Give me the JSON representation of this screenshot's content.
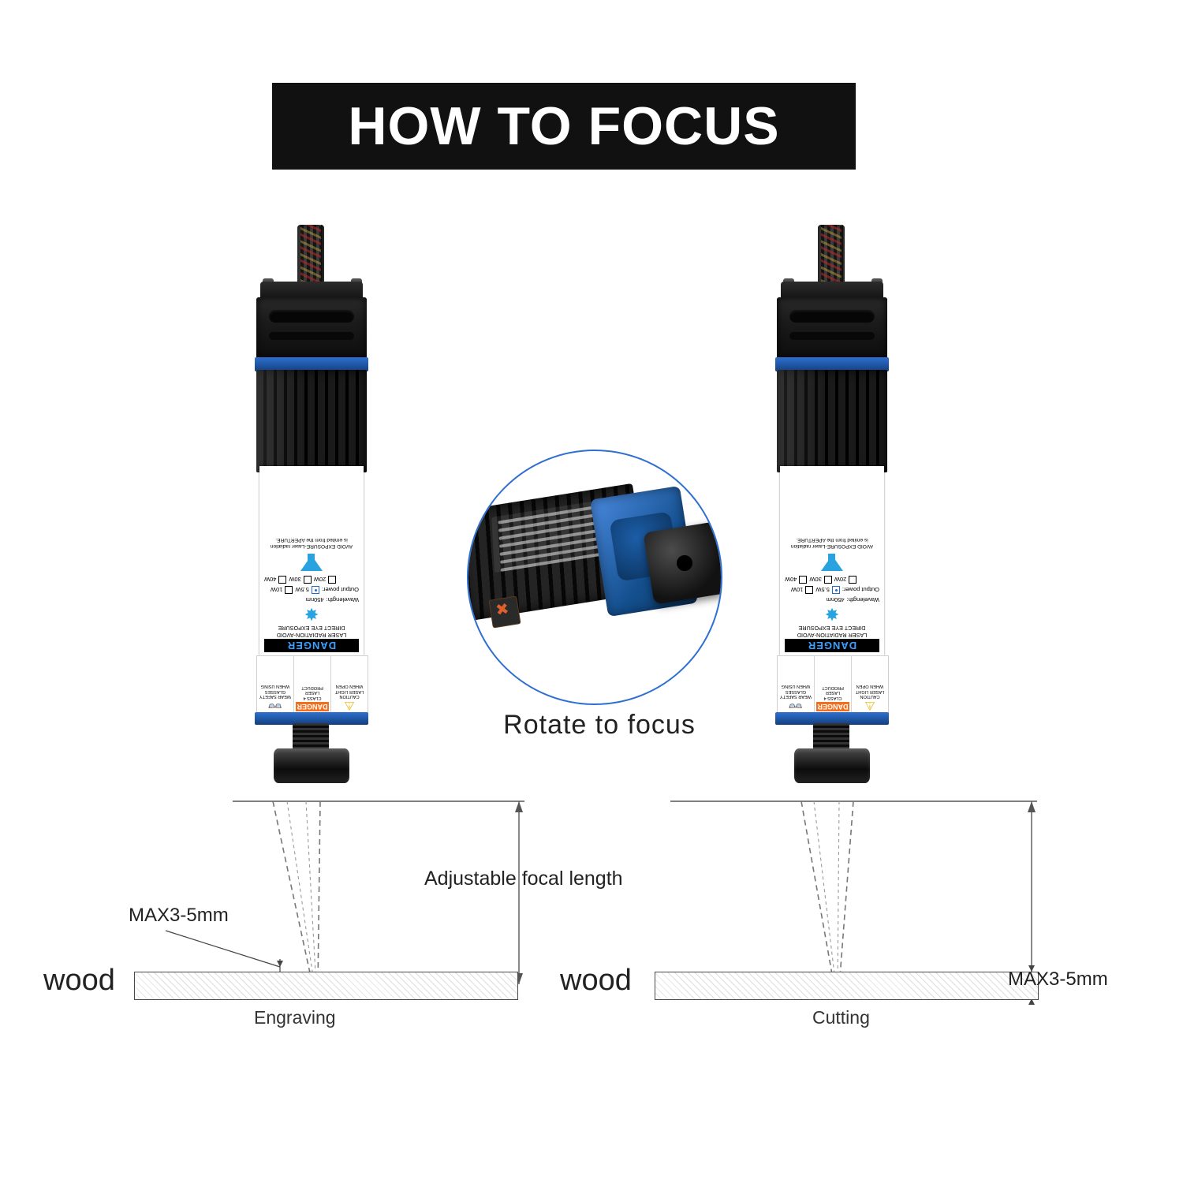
{
  "title": {
    "text": "HOW TO FOCUS"
  },
  "colors": {
    "banner_bg": "#111111",
    "banner_text": "#ffffff",
    "accent_blue": "#2f6fd0",
    "laser_dot_red": "#cc1111",
    "sticker_cyan": "#29a3e0",
    "danger_orange": "#f07020"
  },
  "callout": {
    "caption": "Rotate  to  focus",
    "icon": "magnifier-circle"
  },
  "laser_label": {
    "danger_word": "DANGER",
    "radiation_lines": [
      "LASER RADIATION-AVOID",
      "DIRECT EYE EXPOSURE"
    ],
    "wavelength_label": "Wavelength:",
    "wavelength_value": "450nm",
    "output_power_label": "Output power:",
    "power_options": [
      {
        "label": "5.5W",
        "selected": true
      },
      {
        "label": "10W",
        "selected": false
      },
      {
        "label": "20W",
        "selected": false
      },
      {
        "label": "30W",
        "selected": false
      },
      {
        "label": "40W",
        "selected": false
      }
    ],
    "aperture_lines": [
      "AVOID EXPOSURE-Laser radiation",
      "is emited from the APERTURE."
    ],
    "bottom_panel": {
      "left_cell": [
        "CAUTION",
        "LASER LIGHT",
        "WHEN OPEN"
      ],
      "middle_cell_bar": "DANGER",
      "middle_cell_lines": [
        "CLASS 4",
        "LASER PRODUCT"
      ],
      "right_cell": [
        "WEAR SAFETY",
        "GLASSES",
        "WHEN USING"
      ]
    }
  },
  "left_diagram": {
    "dimension_label": "Adjustable  focal  length",
    "depth_label": "MAX3-5mm",
    "material_label": "wood",
    "mode_caption": "Engraving"
  },
  "right_diagram": {
    "depth_label": "MAX3-5mm",
    "material_label": "wood",
    "mode_caption": "Cutting"
  }
}
